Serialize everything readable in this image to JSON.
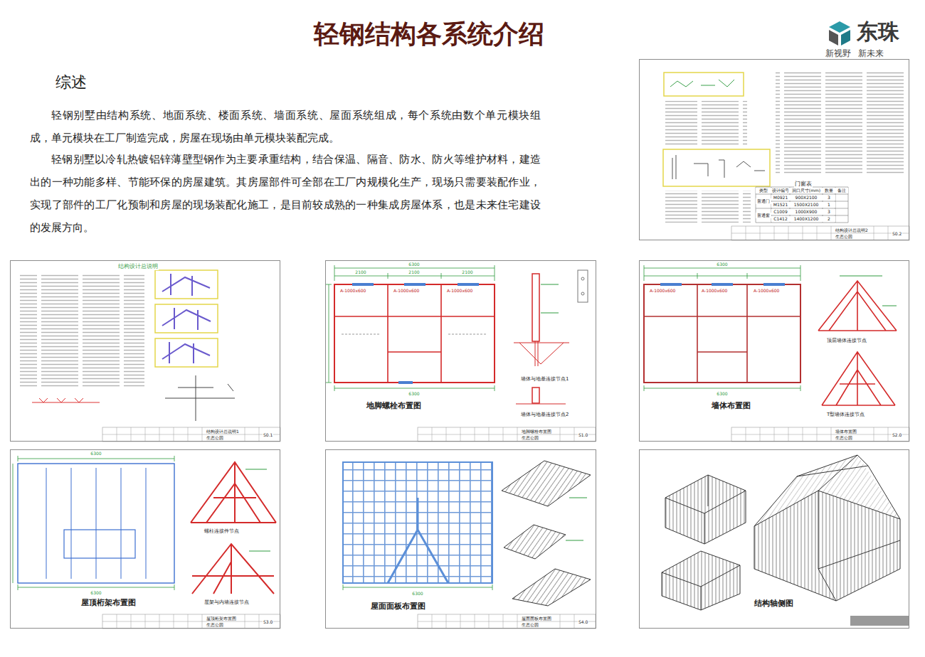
{
  "diagram": {
    "title": "轻钢结构各系统介绍",
    "nodes": [
      {
        "text": [
          "门窗表",
          "结构设计总说明2",
          "S0.2",
          "生态公园"
        ]
      },
      {
        "text": [
          "结构设计总说明",
          "结构设计总说明1",
          "S0.1",
          "生态公园"
        ]
      },
      {
        "text": [
          "地脚螺栓布置图",
          "墙体与地基连接节点1",
          "墙体与地基连接节点2",
          "地脚螺栓布置图",
          "S1.0",
          "生态公园"
        ]
      },
      {
        "text": [
          "墙体布置图",
          "顶层墙体连接节点",
          "T型墙体连接节点",
          "墙体布置图",
          "S2.0",
          "生态公园"
        ]
      },
      {
        "text": [
          "屋顶桁架布置图",
          "螺柱连接件节点",
          "屋架与内墙连接节点",
          "屋顶桁架布置图",
          "S3.0",
          "生态公园"
        ]
      },
      {
        "text": [
          "屋面面板布置图",
          "屋面面板布置图",
          "S4.0",
          "生态公园"
        ]
      },
      {
        "text": [
          "结构轴侧图"
        ]
      }
    ],
    "labels": [
      "综述",
      "轻钢别墅由结构系统、地面系统、楼面系统、墙面系统、屋面系统组成，每个系统由数个单元模块组成，单元模块在工厂制造完成，房屋在现场由单元模块装配完成。",
      "轻钢别墅以冷轧热镀铝锌薄壁型钢作为主要承重结构，结合保温、隔音、防水、防火等维护材料，建造出的一种功能多样、节能环保的房屋建筑。其房屋部件可全部在工厂内规模化生产，现场只需要装配作业，实现了部件的工厂化预制和房屋的现场装配化施工，是目前较成熟的一种集成房屋体系，也是未来住宅建设的发展方向。",
      "东珠",
      "新视野 新未来",
      "类型",
      "设计编号",
      "洞口尺寸(mm)",
      "数量",
      "备注",
      "普通门",
      "M0921",
      "900X2100",
      "3",
      "M1521",
      "1500X2100",
      "1",
      "普通窗",
      "C1009",
      "1000X900",
      "3",
      "C1412",
      "1400X1200",
      "2",
      "6300",
      "2100",
      "2100",
      "2100",
      "6300",
      "A-1000x600",
      "A-1000x600",
      "A-1000x600",
      "6300",
      "6300",
      "A-1000x600",
      "A-1000x600",
      "A-1000x600",
      "6300",
      "6300",
      "6300"
    ]
  }
}
